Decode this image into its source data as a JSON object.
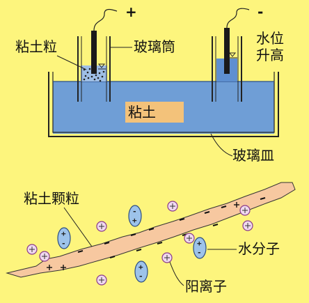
{
  "labels": {
    "positive": "+",
    "negative": "-",
    "clay_particle": "粘土粒",
    "glass_tube": "玻璃筒",
    "water_rise_1": "水位",
    "water_rise_2": "升高",
    "clay": "粘土",
    "glass_dish": "玻璃皿",
    "clay_granule": "粘土颗粒",
    "water_molecule": "水分子",
    "cation": "阳离子"
  },
  "colors": {
    "background": "#fdf57d",
    "water": "#6f9ed6",
    "clay_box": "#f3c27a",
    "clay_strip": "#f7c8a0",
    "cation_fill": "#f0d9ef",
    "cation_stroke": "#8a3a8a",
    "molecule_fill": "#9dc3ea",
    "molecule_stroke": "#2b4d80"
  }
}
